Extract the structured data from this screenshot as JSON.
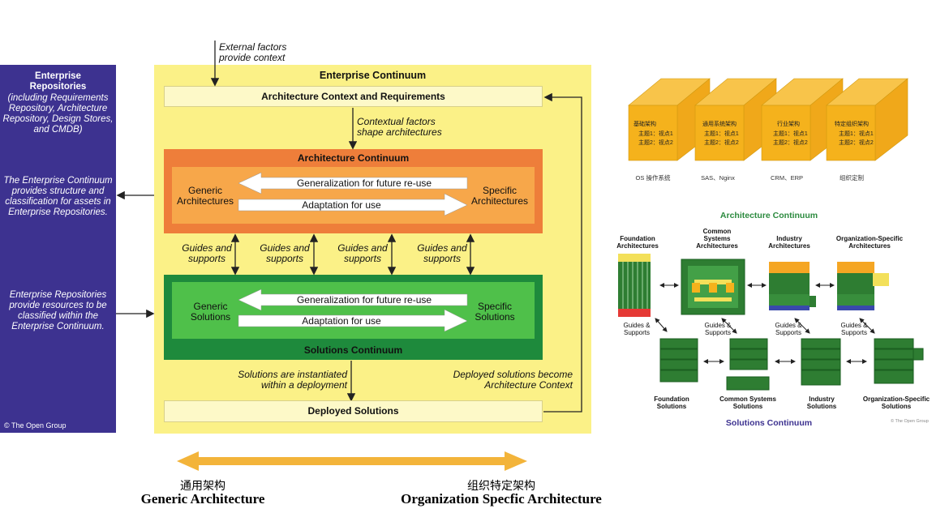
{
  "repo": {
    "title": "Enterprise Repositories",
    "including": "(including Requirements Repository, Architecture Repository, Design Stores, and CMDB)",
    "continuum_note": "The Enterprise Continuum provides structure and classification for assets in Enterprise Repositories.",
    "resources_note": "Enterprise Repositories provide resources to be classified within the Enterprise Continuum.",
    "copyright": "© The Open Group"
  },
  "ec": {
    "external": "External factors provide context",
    "title": "Enterprise Continuum",
    "context": "Architecture Context and Requirements",
    "contextual": "Contextual factors shape architectures",
    "arch_title": "Architecture Continuum",
    "generic_arch": "Generic Architectures",
    "specific_arch": "Specific Architectures",
    "generalization": "Generalization for future re-use",
    "adaptation": "Adaptation for use",
    "guides": "Guides and supports",
    "generic_sol": "Generic Solutions",
    "specific_sol": "Specific Solutions",
    "sol_title": "Solutions Continuum",
    "instantiated": "Solutions are instantiated within a deployment",
    "deployed_become": "Deployed solutions become Architecture Context",
    "deployed": "Deployed Solutions"
  },
  "cubes": [
    {
      "name": "基础架构",
      "l1": "主题1：视点1",
      "l2": "主题2：视点2",
      "caption": "OS 操作系统"
    },
    {
      "name": "通用系统架构",
      "l1": "主题1：视点1",
      "l2": "主题2：视点2",
      "caption": "SAS、Nginx"
    },
    {
      "name": "行业架构",
      "l1": "主题1：视点1",
      "l2": "主题2：视点2",
      "caption": "CRM、ERP"
    },
    {
      "name": "特定组织架构",
      "l1": "主题1：视点1",
      "l2": "主题2：视点2",
      "caption": "组织定制"
    }
  ],
  "ac": {
    "title": "Architecture Continuum",
    "foundation": "Foundation Architectures",
    "common": "Common Systems Architectures",
    "industry": "Industry Architectures",
    "org": "Organization-Specific Architectures",
    "guides": "Guides & Supports",
    "foundation_sol": "Foundation Solutions",
    "common_sol": "Common Systems Solutions",
    "industry_sol": "Industry Solutions",
    "org_sol": "Organization-Specific Solutions",
    "sol_title": "Solutions Continuum",
    "copyright": "© The Open Group"
  },
  "bottom": {
    "left_cn": "通用架构",
    "left_en": "Generic Architecture",
    "right_cn": "组织特定架构",
    "right_en": "Organization Specfic Architecture"
  },
  "colors": {
    "repo": "#3d3290",
    "ec": "#fbf187",
    "arch_outer": "#ee7e3a",
    "arch_inner": "#f7a74a",
    "sol_outer": "#1e8a3c",
    "sol_inner": "#4fc04a",
    "cube": "#f5b21c",
    "bottom_arrow": "#f3b43a"
  }
}
